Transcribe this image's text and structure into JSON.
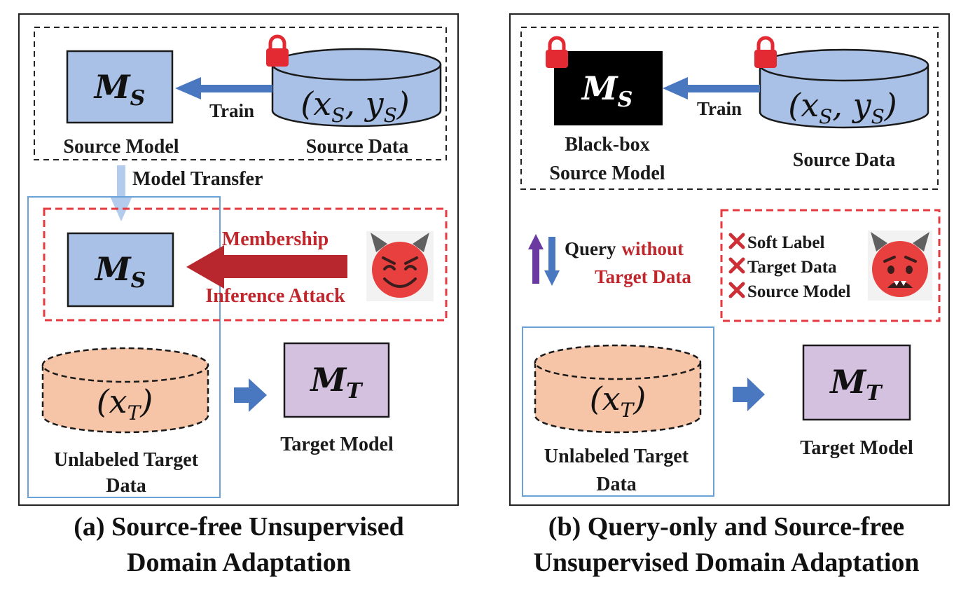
{
  "colors": {
    "model_blue": "#a9c1e6",
    "target_purple": "#d4c0df",
    "target_orange": "#f6c4a6",
    "arrow_blue": "#4a78c0",
    "arrow_light": "#b3cbec",
    "attack_red": "#b8262e",
    "dash_red": "#e53a3f",
    "frame_blue": "#6aa1d6",
    "lock_red": "#e32a33",
    "devil_red": "#e8403f",
    "query_purple": "#6a3aa1"
  },
  "icons": [
    "lock-icon",
    "devil-icon",
    "cross-icon",
    "arrow-icon"
  ],
  "panel_a": {
    "source_model": {
      "main": "M",
      "sub": "S",
      "label": "Source Model"
    },
    "source_data": {
      "tuple": "(x",
      "sub1": "S",
      "mid": ", y",
      "sub2": "S",
      "close": ")",
      "label": "Source Data"
    },
    "train_label": "Train",
    "model_transfer_label": "Model Transfer",
    "attacked_model": {
      "main": "M",
      "sub": "S"
    },
    "attack_label_1": "Membership",
    "attack_label_2": "Inference Attack",
    "target_data": {
      "tuple": "(x",
      "sub": "T",
      "close": ")",
      "label_1": "Unlabeled Target",
      "label_2": "Data"
    },
    "target_model": {
      "main": "M",
      "sub": "T",
      "label": "Target Model"
    },
    "caption_1": "(a) Source-free Unsupervised",
    "caption_2": "Domain Adaptation"
  },
  "panel_b": {
    "source_model": {
      "main": "M",
      "sub": "S",
      "label_1": "Black-box",
      "label_2": "Source Model"
    },
    "source_data": {
      "tuple": "(x",
      "sub1": "S",
      "mid": ", y",
      "sub2": "S",
      "close": ")",
      "label": "Source Data"
    },
    "train_label": "Train",
    "query_label_1": "Query",
    "query_label_2": "without",
    "query_label_3": "Target Data",
    "blocked_items": [
      "Soft Label",
      "Target Data",
      "Source Model"
    ],
    "target_data": {
      "tuple": "(x",
      "sub": "T",
      "close": ")",
      "label_1": "Unlabeled Target",
      "label_2": "Data"
    },
    "target_model": {
      "main": "M",
      "sub": "T",
      "label": "Target Model"
    },
    "caption_1": "(b) Query-only and Source-free",
    "caption_2": "Unsupervised Domain Adaptation"
  }
}
